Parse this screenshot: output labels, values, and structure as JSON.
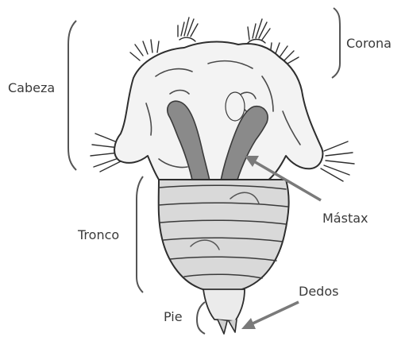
{
  "labels": {
    "corona": "Corona",
    "cabeza": "Cabeza",
    "mastax": "Mástax",
    "tronco": "Tronco",
    "dedos": "Dedos",
    "pie": "Pie"
  },
  "colors": {
    "label_text": "#3a3a3a",
    "bracket": "#555555",
    "arrow": "#7a7a7a",
    "outline": "#2e2e2e",
    "body_fill": "#f3f3f3",
    "trunk_fill": "#d9d9d9",
    "mastax_fill": "#8a8a8a"
  }
}
